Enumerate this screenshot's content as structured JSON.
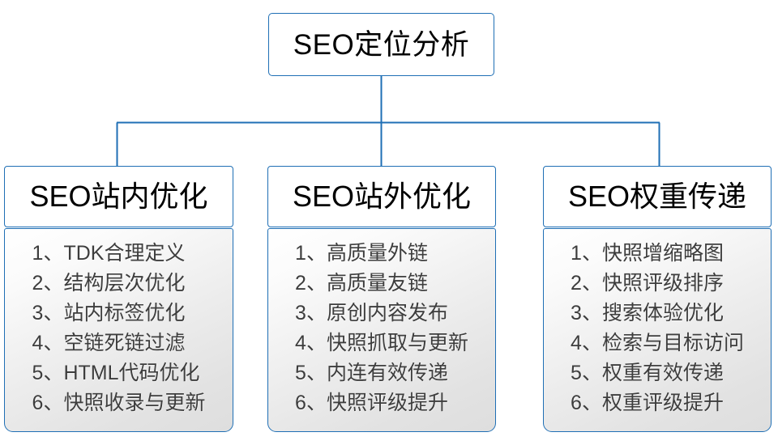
{
  "diagram": {
    "type": "org-chart",
    "accent_color": "#1f6fb5",
    "text_color": "#000000",
    "list_text_color": "#3d3d3d",
    "background_color": "#ffffff",
    "root": {
      "label": "SEO定位分析"
    },
    "columns": [
      {
        "id": "seo-onsite",
        "header": "SEO站内优化",
        "items": [
          "1、TDK合理定义",
          "2、结构层次优化",
          "3、站内标签优化",
          "4、空链死链过滤",
          "5、HTML代码优化",
          "6、快照收录与更新"
        ]
      },
      {
        "id": "seo-offsite",
        "header": "SEO站外优化",
        "items": [
          "1、高质量外链",
          "2、高质量友链",
          "3、原创内容发布",
          "4、快照抓取与更新",
          "5、内连有效传递",
          "6、快照评级提升"
        ]
      },
      {
        "id": "seo-weight",
        "header": "SEO权重传递",
        "items": [
          "1、快照增缩略图",
          "2、快照评级排序",
          "3、搜索体验优化",
          "4、检索与目标访问",
          "5、权重有效传递",
          "6、权重评级提升"
        ]
      }
    ]
  }
}
